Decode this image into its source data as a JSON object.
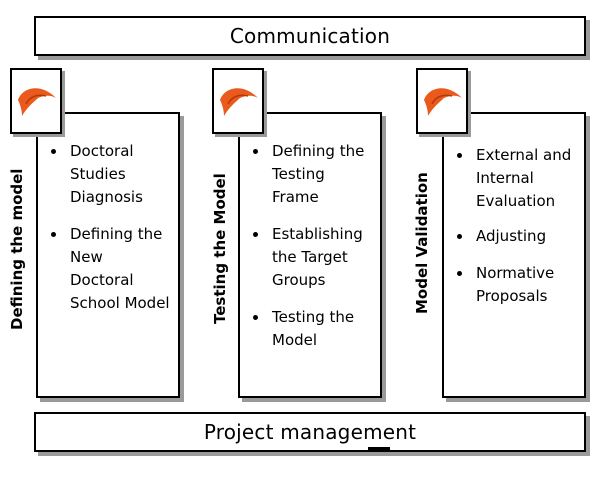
{
  "top_bar": {
    "label": "Communication"
  },
  "bottom_bar": {
    "label": "Project management"
  },
  "icon": {
    "name": "orange-flame-logo-icon",
    "color": "#ea5a1c"
  },
  "columns": [
    {
      "title": "Defining the model",
      "items": [
        "Doctoral Studies Diagnosis",
        "Defining the New Doctoral School Model"
      ]
    },
    {
      "title": "Testing the Model",
      "items": [
        "Defining the Testing Frame",
        "Establishing the Target Groups",
        "Testing the Model"
      ]
    },
    {
      "title": "Model Validation",
      "items": [
        "External and Internal Evaluation",
        "Adjusting",
        "Normative Proposals"
      ]
    }
  ]
}
